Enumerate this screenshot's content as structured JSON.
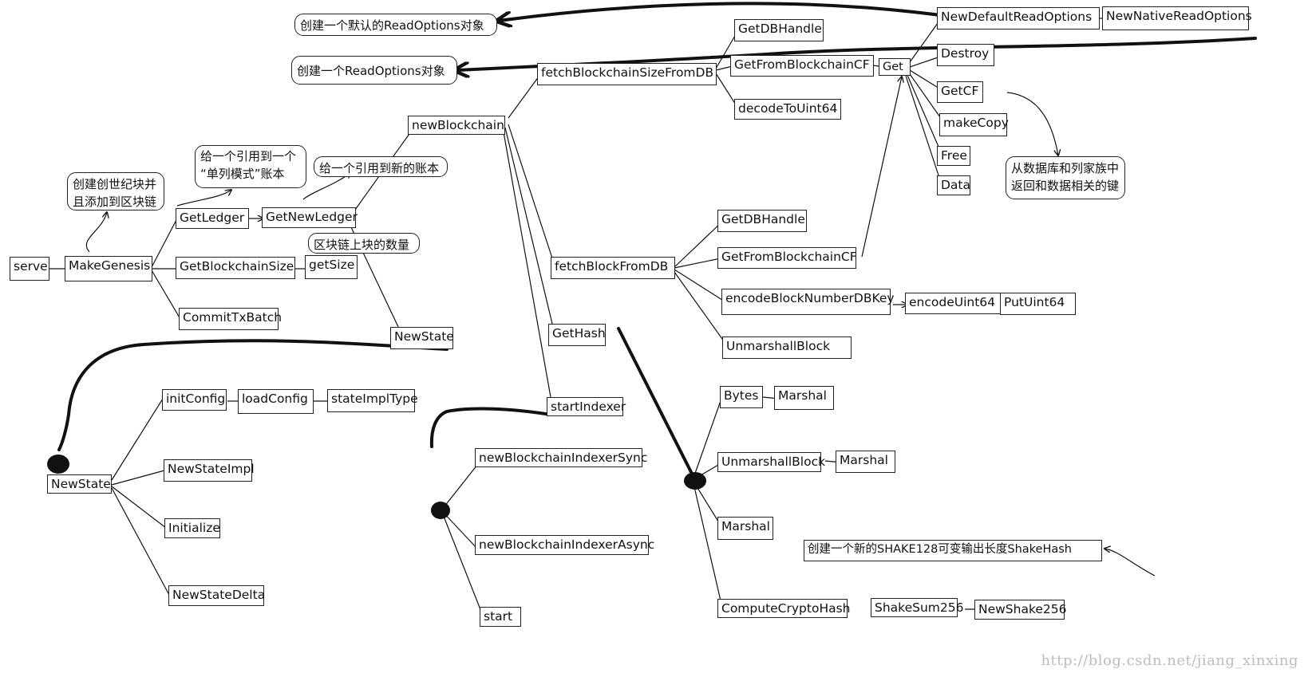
{
  "nodes": {
    "serve": "serve",
    "make_genesis": "MakeGenesis",
    "get_ledger": "GetLedger",
    "get_new_ledger": "GetNewLedger",
    "get_blockchain_size": "GetBlockchainSize",
    "get_size": "getSize",
    "commit_tx_batch": "CommitTxBatch",
    "new_blockchain": "newBlockchain",
    "new_state_top": "NewState",
    "fetch_blockchain_size": "fetchBlockchainSizeFromDB",
    "get_db_handle_1": "GetDBHandle",
    "get_from_blockchain_cf_1": "GetFromBlockchainCF",
    "decode_to_uint64": "decodeToUint64",
    "get": "Get",
    "new_default_read_options": "NewDefaultReadOptions",
    "new_native_read_options": "NewNativeReadOptions",
    "destroy": "Destroy",
    "get_cf": "GetCF",
    "make_copy": "makeCopy",
    "free": "Free",
    "data": "Data",
    "fetch_block_from_db": "fetchBlockFromDB",
    "get_db_handle_2": "GetDBHandle",
    "get_from_blockchain_cf_2": "GetFromBlockchainCF",
    "encode_block_number_db_key": "encodeBlockNumberDBKey",
    "encode_uint64": "encodeUint64",
    "put_uint64": "PutUint64",
    "unmarshall_block_1": "UnmarshallBlock",
    "get_hash": "GetHash",
    "start_indexer": "startIndexer",
    "new_blockchain_indexer_sync": "newBlockchainIndexerSync",
    "new_blockchain_indexer_async": "newBlockchainIndexerAsync",
    "start": "start",
    "bytes": "Bytes",
    "marshal_1": "Marshal",
    "unmarshall_block_2": "UnmarshallBlock",
    "marshal_2": "Marshal",
    "marshal_3": "Marshal",
    "compute_crypto_hash": "ComputeCryptoHash",
    "shake_sum_256": "ShakeSum256",
    "new_shake_256": "NewShake256",
    "new_state": "NewState",
    "init_config": "initConfig",
    "load_config": "loadConfig",
    "state_impl_type": "stateImplType",
    "new_state_impl": "NewStateImpl",
    "initialize": "Initialize",
    "new_state_delta": "NewStateDelta"
  },
  "notes": {
    "default_read_options": "创建一个默认的ReadOptions对象",
    "read_options": "创建一个ReadOptions对象",
    "genesis": "创建创世纪块并\n且添加到区块链",
    "singleton_ledger": "给一个引用到一个\n“单列模式”账本",
    "new_ledger": "给一个引用到新的账本",
    "block_count": "区块链上块的数量",
    "return_key": "从数据库和列家族中\n返回和数据相关的键",
    "shake128": "创建一个新的SHAKE128可变输出长度ShakeHash"
  },
  "watermark": "http://blog.csdn.net/jiang_xinxing"
}
